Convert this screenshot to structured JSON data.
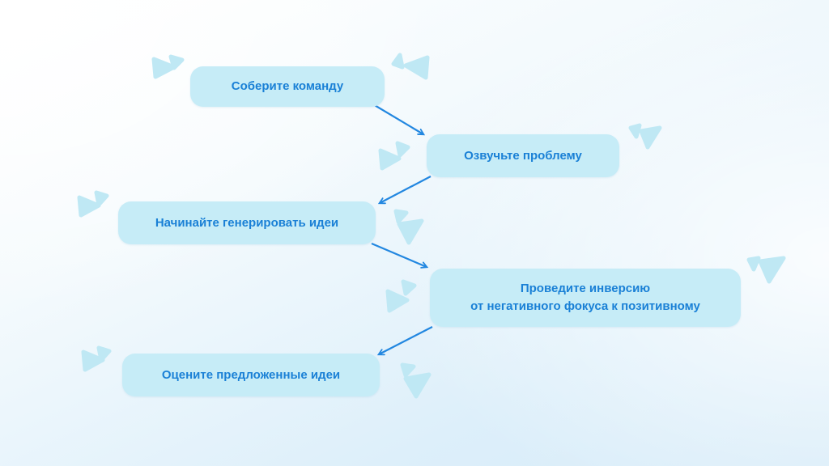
{
  "diagram": {
    "type": "flowchart",
    "language": "ru",
    "nodes": [
      {
        "id": "step-1",
        "label": "Соберите команду"
      },
      {
        "id": "step-2",
        "label": "Озвучьте проблему"
      },
      {
        "id": "step-3",
        "label": "Начинайте генерировать идеи"
      },
      {
        "id": "step-4",
        "label": "Проведите инверсию\nот негативного фокуса к позитивному"
      },
      {
        "id": "step-5",
        "label": "Оцените предложенные идеи"
      }
    ],
    "edges": [
      {
        "from": "step-1",
        "to": "step-2"
      },
      {
        "from": "step-2",
        "to": "step-3"
      },
      {
        "from": "step-3",
        "to": "step-4"
      },
      {
        "from": "step-4",
        "to": "step-5"
      }
    ],
    "colors": {
      "node_fill": "#c6ecf7",
      "node_text": "#1a80d6",
      "arrow": "#2287e0",
      "decor_triangle": "#bfe8f4",
      "background_top_left": "#ffffff",
      "background_bottom": "#d6ebf8"
    }
  }
}
